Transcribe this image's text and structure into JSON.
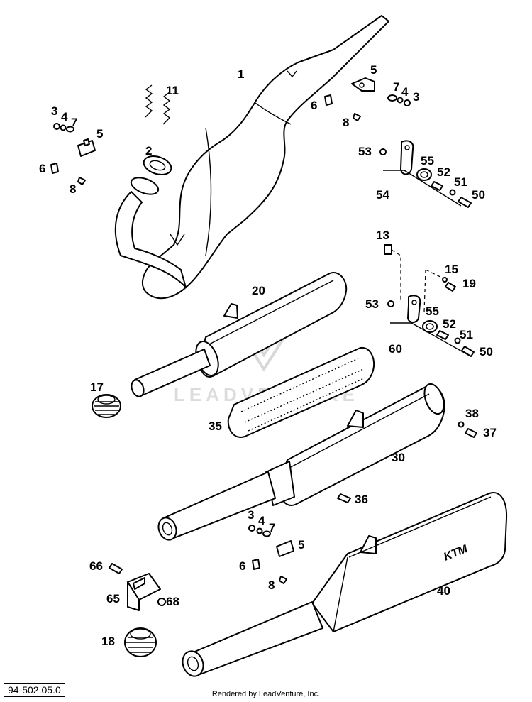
{
  "diagram": {
    "reference_code": "94-502.05.0",
    "credit": "Rendered by LeadVenture, Inc.",
    "watermark_text": "LEADVENTURE",
    "logo_text": "KTM",
    "callouts": {
      "c1": "1",
      "c2": "2",
      "c11": "11",
      "c3a": "3",
      "c4a": "4",
      "c7a": "7",
      "c5a": "5",
      "c6a": "6",
      "c8a": "8",
      "c5b": "5",
      "c6b": "6",
      "c8b": "8",
      "c7b": "7",
      "c4b": "4",
      "c3b": "3",
      "c53a": "53",
      "c55a": "55",
      "c52a": "52",
      "c51a": "51",
      "c50a": "50",
      "c54": "54",
      "c13": "13",
      "c15": "15",
      "c19": "19",
      "c53b": "53",
      "c55b": "55",
      "c52b": "52",
      "c51b": "51",
      "c50b": "50",
      "c60": "60",
      "c20": "20",
      "c17": "17",
      "c35": "35",
      "c30": "30",
      "c38": "38",
      "c37": "37",
      "c36": "36",
      "c3c": "3",
      "c4c": "4",
      "c7c": "7",
      "c5c": "5",
      "c6c": "6",
      "c8c": "8",
      "c66": "66",
      "c65": "65",
      "c68": "68",
      "c40": "40",
      "c18": "18"
    }
  }
}
